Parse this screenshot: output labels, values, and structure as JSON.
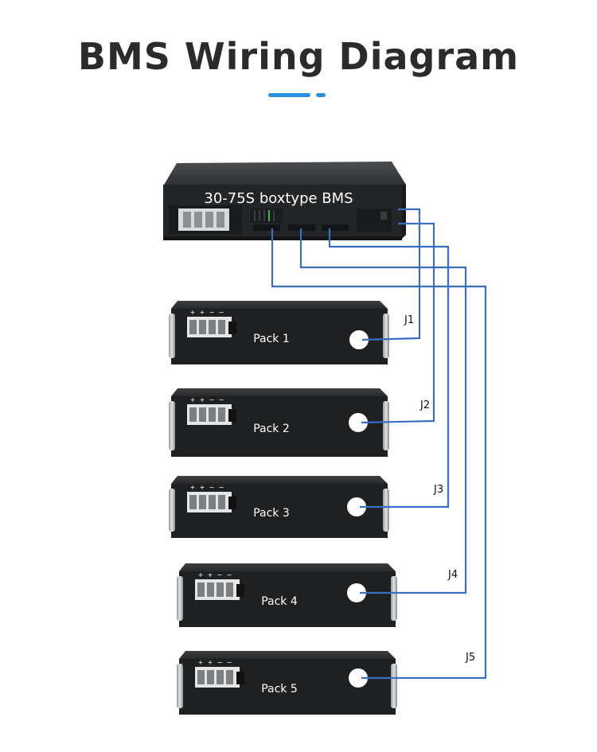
{
  "title": "BMS Wiring Diagram",
  "bms_label": "30-75S boxtype BMS",
  "packs": [
    {
      "label": "Pack 1",
      "connector": "J1"
    },
    {
      "label": "Pack 2",
      "connector": "J2"
    },
    {
      "label": "Pack 3",
      "connector": "J3"
    },
    {
      "label": "Pack 4",
      "connector": "J4"
    },
    {
      "label": "Pack 5",
      "connector": "J5"
    }
  ],
  "terminal_signs": [
    "+",
    "+",
    "−",
    "−"
  ],
  "colors": {
    "title": "#2b2b2b",
    "accent": "#2b8fe0",
    "wire": "#3a6ec4",
    "pack_body": "#1f2021",
    "bms_body": "#2a2c2e"
  }
}
